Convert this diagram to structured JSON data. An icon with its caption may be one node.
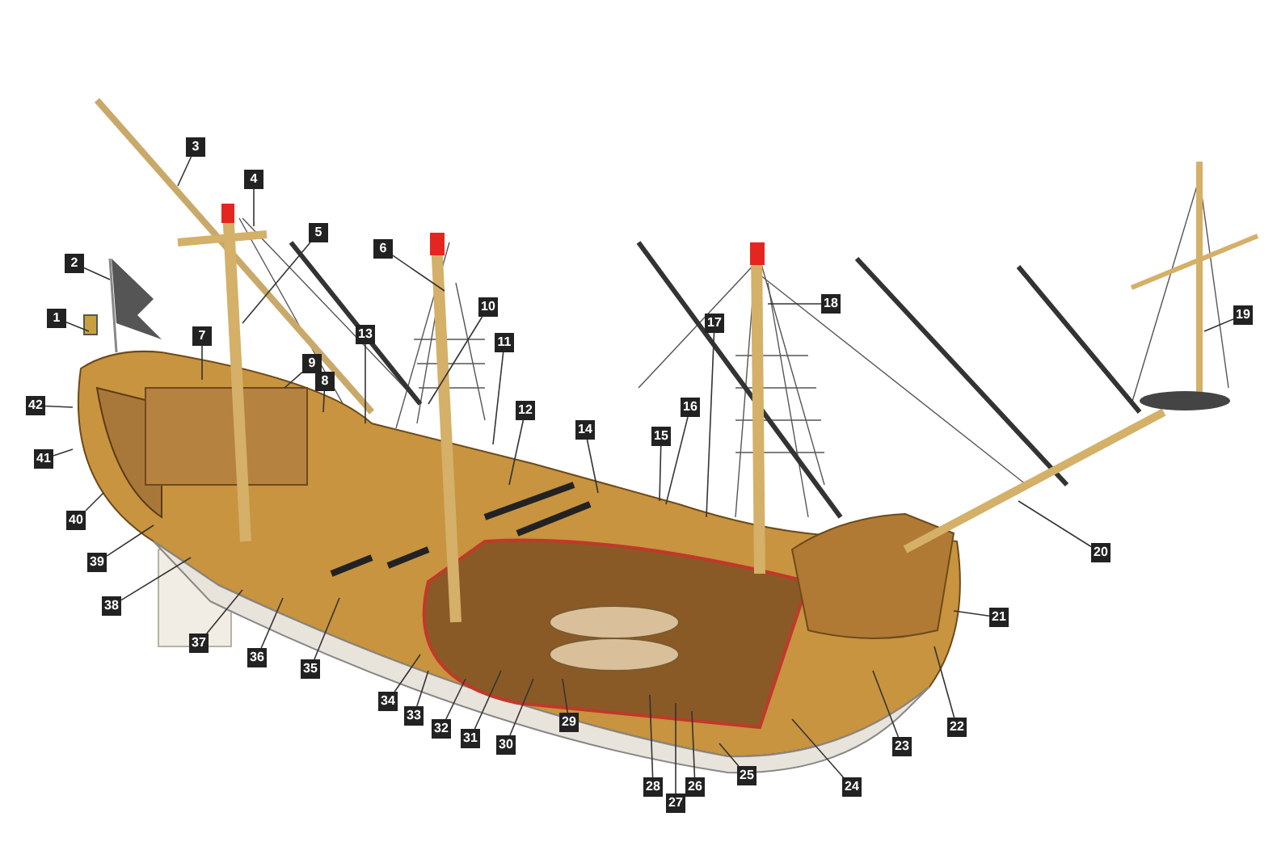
{
  "diagram": {
    "nodes": [
      {
        "text": [
          "1"
        ]
      },
      {
        "text": [
          "2"
        ]
      },
      {
        "text": [
          "3"
        ]
      },
      {
        "text": [
          "4"
        ]
      },
      {
        "text": [
          "5"
        ]
      },
      {
        "text": [
          "6"
        ]
      },
      {
        "text": [
          "7"
        ]
      },
      {
        "text": [
          "8"
        ]
      },
      {
        "text": [
          "9"
        ]
      },
      {
        "text": [
          "10"
        ]
      },
      {
        "text": [
          "11"
        ]
      },
      {
        "text": [
          "12"
        ]
      },
      {
        "text": [
          "13"
        ]
      },
      {
        "text": [
          "14"
        ]
      },
      {
        "text": [
          "15"
        ]
      },
      {
        "text": [
          "16"
        ]
      },
      {
        "text": [
          "17"
        ]
      },
      {
        "text": [
          "18"
        ]
      },
      {
        "text": [
          "19"
        ]
      },
      {
        "text": [
          "20"
        ]
      },
      {
        "text": [
          "21"
        ]
      },
      {
        "text": [
          "22"
        ]
      },
      {
        "text": [
          "23"
        ]
      },
      {
        "text": [
          "24"
        ]
      },
      {
        "text": [
          "25"
        ]
      },
      {
        "text": [
          "26"
        ]
      },
      {
        "text": [
          "27"
        ]
      },
      {
        "text": [
          "28"
        ]
      },
      {
        "text": [
          "29"
        ]
      },
      {
        "text": [
          "30"
        ]
      },
      {
        "text": [
          "31"
        ]
      },
      {
        "text": [
          "32"
        ]
      },
      {
        "text": [
          "33"
        ]
      },
      {
        "text": [
          "34"
        ]
      },
      {
        "text": [
          "35"
        ]
      },
      {
        "text": [
          "36"
        ]
      },
      {
        "text": [
          "37"
        ]
      },
      {
        "text": [
          "38"
        ]
      },
      {
        "text": [
          "39"
        ]
      },
      {
        "text": [
          "40"
        ]
      },
      {
        "text": [
          "41"
        ]
      },
      {
        "text": [
          "42"
        ]
      }
    ],
    "edges": [
      {
        "from": 0,
        "to": null,
        "arrow": "none"
      },
      {
        "from": 1,
        "to": null,
        "arrow": "none"
      },
      {
        "from": 2,
        "to": null,
        "arrow": "none"
      },
      {
        "from": 3,
        "to": null,
        "arrow": "none"
      },
      {
        "from": 4,
        "to": null,
        "arrow": "none"
      },
      {
        "from": 5,
        "to": null,
        "arrow": "none"
      },
      {
        "from": 6,
        "to": null,
        "arrow": "none"
      },
      {
        "from": 7,
        "to": null,
        "arrow": "none"
      },
      {
        "from": 8,
        "to": null,
        "arrow": "none"
      },
      {
        "from": 9,
        "to": null,
        "arrow": "none"
      },
      {
        "from": 10,
        "to": null,
        "arrow": "none"
      },
      {
        "from": 11,
        "to": null,
        "arrow": "none"
      },
      {
        "from": 12,
        "to": null,
        "arrow": "none"
      },
      {
        "from": 13,
        "to": null,
        "arrow": "none"
      },
      {
        "from": 14,
        "to": null,
        "arrow": "none"
      },
      {
        "from": 15,
        "to": null,
        "arrow": "none"
      },
      {
        "from": 16,
        "to": null,
        "arrow": "none"
      },
      {
        "from": 17,
        "to": null,
        "arrow": "none"
      },
      {
        "from": 18,
        "to": null,
        "arrow": "none"
      },
      {
        "from": 19,
        "to": null,
        "arrow": "none"
      },
      {
        "from": 20,
        "to": null,
        "arrow": "none"
      },
      {
        "from": 21,
        "to": null,
        "arrow": "none"
      },
      {
        "from": 22,
        "to": null,
        "arrow": "none"
      },
      {
        "from": 23,
        "to": null,
        "arrow": "none"
      },
      {
        "from": 24,
        "to": null,
        "arrow": "none"
      },
      {
        "from": 25,
        "to": null,
        "arrow": "none"
      },
      {
        "from": 26,
        "to": null,
        "arrow": "none"
      },
      {
        "from": 27,
        "to": null,
        "arrow": "none"
      },
      {
        "from": 28,
        "to": null,
        "arrow": "none"
      },
      {
        "from": 29,
        "to": null,
        "arrow": "none"
      },
      {
        "from": 30,
        "to": null,
        "arrow": "none"
      },
      {
        "from": 31,
        "to": null,
        "arrow": "none"
      },
      {
        "from": 32,
        "to": null,
        "arrow": "none"
      },
      {
        "from": 33,
        "to": null,
        "arrow": "none"
      },
      {
        "from": 34,
        "to": null,
        "arrow": "none"
      },
      {
        "from": 35,
        "to": null,
        "arrow": "none"
      },
      {
        "from": 36,
        "to": null,
        "arrow": "none"
      },
      {
        "from": 37,
        "to": null,
        "arrow": "none"
      },
      {
        "from": 38,
        "to": null,
        "arrow": "none"
      },
      {
        "from": 39,
        "to": null,
        "arrow": "none"
      },
      {
        "from": 40,
        "to": null,
        "arrow": "none"
      },
      {
        "from": 41,
        "to": null,
        "arrow": "none"
      }
    ]
  }
}
